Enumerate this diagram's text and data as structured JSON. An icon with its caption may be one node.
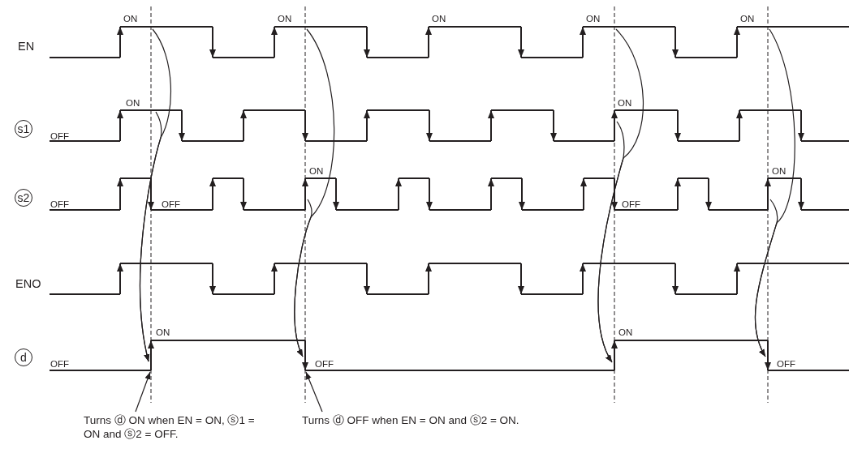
{
  "diagram": {
    "nodes": [
      {
        "text": [
          "s1"
        ]
      },
      {
        "text": [
          "s2"
        ]
      },
      {
        "text": [
          "d"
        ]
      },
      {
        "text": [],
        "shape": "line"
      },
      {
        "text": [],
        "shape": "line"
      },
      {
        "text": [],
        "shape": "line"
      },
      {
        "text": [],
        "shape": "line"
      },
      {
        "text": [],
        "shape": "line"
      },
      {
        "text": [],
        "shape": "line"
      },
      {
        "text": [],
        "shape": "line"
      },
      {
        "text": [],
        "shape": "line"
      },
      {
        "text": [
          "Turns ⓓ ON when EN = ON, ⓢ1 = ON and ⓢ2 = OFF."
        ]
      },
      {
        "text": [
          "Turns ⓓ OFF when EN = ON and ⓢ2 = ON."
        ]
      }
    ],
    "edges": [
      {
        "from": null,
        "to": 7,
        "arrow": "to"
      },
      {
        "from": 3,
        "to": 7,
        "arrow": "to"
      },
      {
        "from": null,
        "to": 8,
        "arrow": "to"
      },
      {
        "from": 5,
        "to": 8,
        "arrow": "to"
      },
      {
        "from": null,
        "to": 9,
        "arrow": "to"
      },
      {
        "from": 4,
        "to": 9,
        "arrow": "to"
      },
      {
        "from": null,
        "to": 10,
        "arrow": "to"
      },
      {
        "from": 6,
        "to": 10,
        "arrow": "to"
      },
      {
        "from": 11,
        "to": 7,
        "arrow": "to"
      },
      {
        "from": 12,
        "to": 8,
        "arrow": "to"
      }
    ],
    "labels": [
      "EN",
      "ON",
      "ON",
      "ON",
      "ON",
      "ON",
      "OFF",
      "ON",
      "ON",
      "OFF",
      "OFF",
      "ON",
      "OFF",
      "ON",
      "ENO",
      "OFF",
      "ON",
      "OFF",
      "ON",
      "OFF"
    ]
  }
}
